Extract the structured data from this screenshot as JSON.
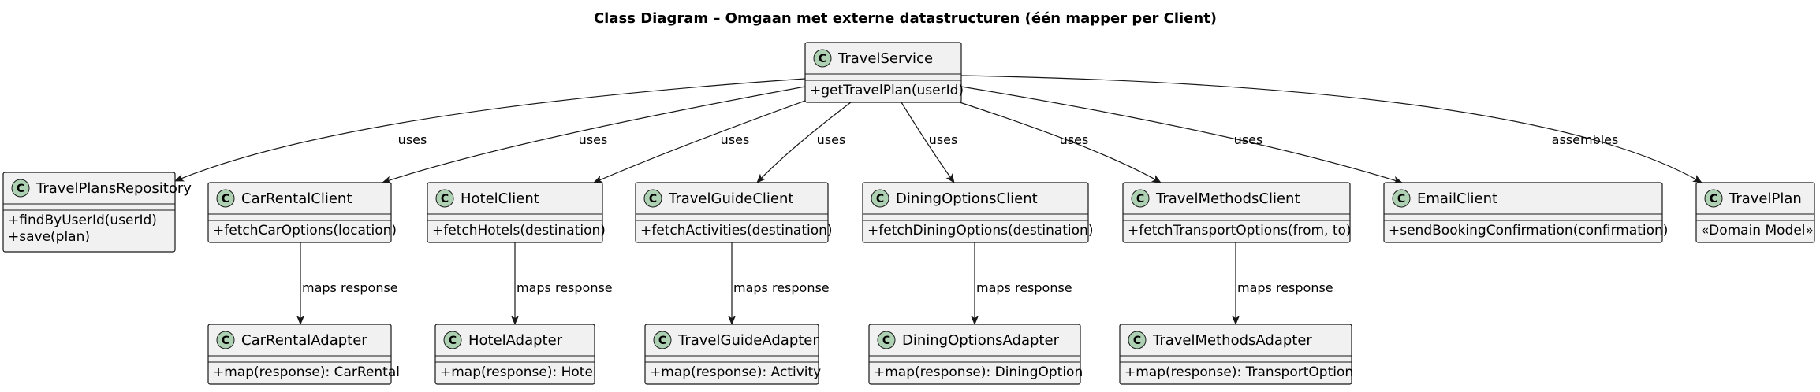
{
  "title": "Class Diagram – Omgaan met externe datastructuren (één mapper per Client)",
  "classes": [
    {
      "id": "TravelService",
      "name": "TravelService",
      "members": [
        "+getTravelPlan(userId)"
      ]
    },
    {
      "id": "TravelPlansRepository",
      "name": "TravelPlansRepository",
      "members": [
        "+findByUserId(userId)",
        "+save(plan)"
      ]
    },
    {
      "id": "CarRentalClient",
      "name": "CarRentalClient",
      "members": [
        "+fetchCarOptions(location)"
      ]
    },
    {
      "id": "HotelClient",
      "name": "HotelClient",
      "members": [
        "+fetchHotels(destination)"
      ]
    },
    {
      "id": "TravelGuideClient",
      "name": "TravelGuideClient",
      "members": [
        "+fetchActivities(destination)"
      ]
    },
    {
      "id": "DiningOptionsClient",
      "name": "DiningOptionsClient",
      "members": [
        "+fetchDiningOptions(destination)"
      ]
    },
    {
      "id": "TravelMethodsClient",
      "name": "TravelMethodsClient",
      "members": [
        "+fetchTransportOptions(from, to)"
      ]
    },
    {
      "id": "EmailClient",
      "name": "EmailClient",
      "members": [
        "+sendBookingConfirmation(confirmation)"
      ]
    },
    {
      "id": "TravelPlan",
      "name": "TravelPlan",
      "members": [
        "«Domain Model»"
      ]
    },
    {
      "id": "CarRentalAdapter",
      "name": "CarRentalAdapter",
      "members": [
        "+map(response): CarRental"
      ]
    },
    {
      "id": "HotelAdapter",
      "name": "HotelAdapter",
      "members": [
        "+map(response): Hotel"
      ]
    },
    {
      "id": "TravelGuideAdapter",
      "name": "TravelGuideAdapter",
      "members": [
        "+map(response): Activity"
      ]
    },
    {
      "id": "DiningOptionsAdapter",
      "name": "DiningOptionsAdapter",
      "members": [
        "+map(response): DiningOption"
      ]
    },
    {
      "id": "TravelMethodsAdapter",
      "name": "TravelMethodsAdapter",
      "members": [
        "+map(response): TransportOption"
      ]
    }
  ],
  "relations": [
    {
      "from": "TravelService",
      "to": "TravelPlansRepository",
      "label": "uses"
    },
    {
      "from": "TravelService",
      "to": "CarRentalClient",
      "label": "uses"
    },
    {
      "from": "TravelService",
      "to": "HotelClient",
      "label": "uses"
    },
    {
      "from": "TravelService",
      "to": "TravelGuideClient",
      "label": "uses"
    },
    {
      "from": "TravelService",
      "to": "DiningOptionsClient",
      "label": "uses"
    },
    {
      "from": "TravelService",
      "to": "TravelMethodsClient",
      "label": "uses"
    },
    {
      "from": "TravelService",
      "to": "EmailClient",
      "label": "uses"
    },
    {
      "from": "TravelService",
      "to": "TravelPlan",
      "label": "assembles"
    },
    {
      "from": "CarRentalClient",
      "to": "CarRentalAdapter",
      "label": "maps response"
    },
    {
      "from": "HotelClient",
      "to": "HotelAdapter",
      "label": "maps response"
    },
    {
      "from": "TravelGuideClient",
      "to": "TravelGuideAdapter",
      "label": "maps response"
    },
    {
      "from": "DiningOptionsClient",
      "to": "DiningOptionsAdapter",
      "label": "maps response"
    },
    {
      "from": "TravelMethodsClient",
      "to": "TravelMethodsAdapter",
      "label": "maps response"
    }
  ],
  "stereotype_glyph": "C",
  "colors": {
    "box_fill": "#f1f1f1",
    "box_stroke": "#181818",
    "circle_fill": "#add1b2",
    "line": "#181818"
  }
}
